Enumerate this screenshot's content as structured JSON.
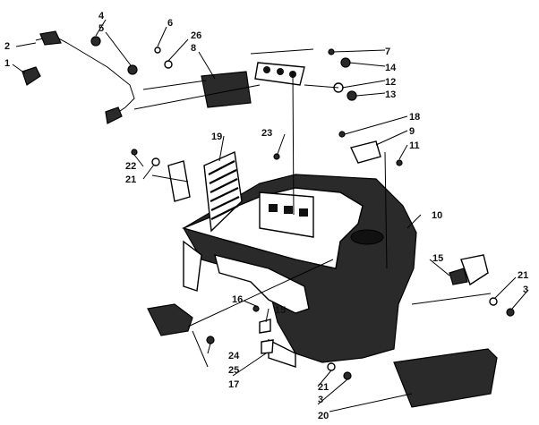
{
  "diagram": {
    "callouts": [
      {
        "id": "c1",
        "text": "1"
      },
      {
        "id": "c2",
        "text": "2"
      },
      {
        "id": "c3a",
        "text": "3"
      },
      {
        "id": "c3b",
        "text": "3"
      },
      {
        "id": "c4",
        "text": "4"
      },
      {
        "id": "c5",
        "text": "5"
      },
      {
        "id": "c6",
        "text": "6"
      },
      {
        "id": "c7",
        "text": "7"
      },
      {
        "id": "c8",
        "text": "8"
      },
      {
        "id": "c9",
        "text": "9"
      },
      {
        "id": "c10",
        "text": "10"
      },
      {
        "id": "c11",
        "text": "11"
      },
      {
        "id": "c12",
        "text": "12"
      },
      {
        "id": "c13",
        "text": "13"
      },
      {
        "id": "c14",
        "text": "14"
      },
      {
        "id": "c15a",
        "text": "15"
      },
      {
        "id": "c15b",
        "text": "15"
      },
      {
        "id": "c16",
        "text": "16"
      },
      {
        "id": "c17",
        "text": "17"
      },
      {
        "id": "c18",
        "text": "18"
      },
      {
        "id": "c19",
        "text": "19"
      },
      {
        "id": "c20",
        "text": "20"
      },
      {
        "id": "c21a",
        "text": "21"
      },
      {
        "id": "c21b",
        "text": "21"
      },
      {
        "id": "c21c",
        "text": "21"
      },
      {
        "id": "c22",
        "text": "22"
      },
      {
        "id": "c23",
        "text": "23"
      },
      {
        "id": "c24",
        "text": "24"
      },
      {
        "id": "c25",
        "text": "25"
      },
      {
        "id": "c26",
        "text": "26"
      }
    ]
  }
}
